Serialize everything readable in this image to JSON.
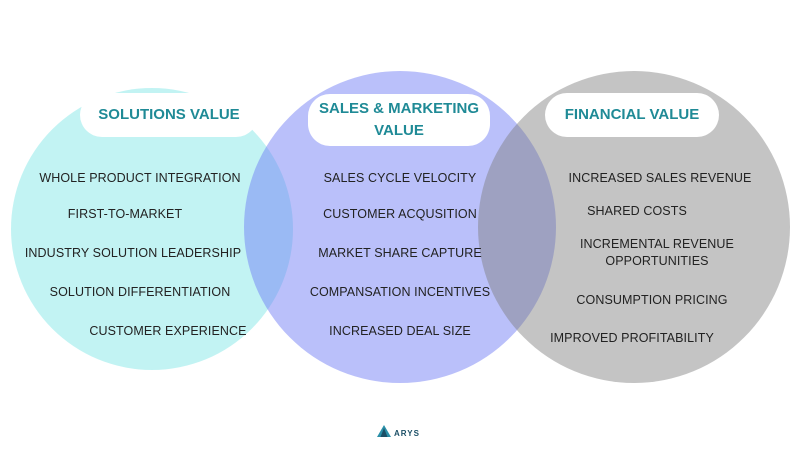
{
  "colors": {
    "solutions": "#5ee0e0",
    "sales": "#7b86f5",
    "financial": "#8b8b8b",
    "title_text": "#1f8a96",
    "item_text": "#222222"
  },
  "circles": [
    {
      "id": "solutions",
      "title": "SOLUTIONS VALUE",
      "items": [
        "WHOLE PRODUCT INTEGRATION",
        "FIRST-TO-MARKET",
        "INDUSTRY SOLUTION LEADERSHIP",
        "SOLUTION DIFFERENTIATION",
        "CUSTOMER EXPERIENCE"
      ]
    },
    {
      "id": "sales",
      "title": "SALES & MARKETING VALUE",
      "items": [
        "SALES CYCLE VELOCITY",
        "CUSTOMER ACQUSITION",
        "MARKET SHARE CAPTURE",
        "COMPANSATION INCENTIVES",
        "INCREASED DEAL SIZE"
      ]
    },
    {
      "id": "financial",
      "title": "FINANCIAL VALUE",
      "items": [
        "INCREASED SALES REVENUE",
        "SHARED COSTS",
        "INCREMENTAL REVENUE OPPORTUNITIES",
        "CONSUMPTION PRICING",
        "IMPROVED PROFITABILITY"
      ]
    }
  ],
  "logo": {
    "text": "ARYS",
    "icon": "mountain-logo-icon"
  }
}
